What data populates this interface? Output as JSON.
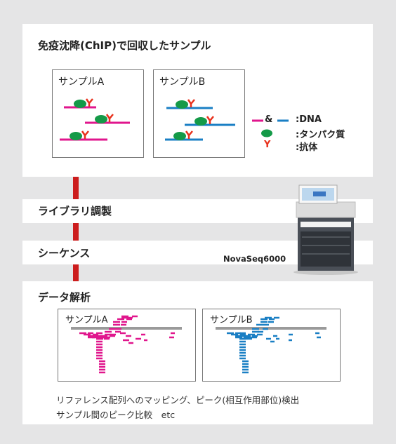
{
  "ip_section": {
    "title": "免疫沈降(ChIP)で回収したサンプル",
    "sample_a_label": "サンプルA",
    "sample_b_label": "サンプルB",
    "legend": {
      "dna_symbol": "&",
      "dna_label": ":DNA",
      "protein_label": ":タンパク質",
      "antibody_symbol": "Y",
      "antibody_label": ":抗体"
    },
    "colors": {
      "sample_a_dna": "#e0168d",
      "sample_b_dna": "#1a7fc4",
      "protein": "#149a48",
      "antibody": "#e8311c"
    }
  },
  "library_section": {
    "title": "ライブラリ調製"
  },
  "sequence_section": {
    "title": "シーケンス",
    "instrument": "NovaSeq6000"
  },
  "analysis_section": {
    "title": "データ解析",
    "sample_a_label": "サンプルA",
    "sample_b_label": "サンプルB",
    "description_line1": "リファレンス配列へのマッピング、ピーク(相互作用部位)検出",
    "description_line2": "サンプル間のピーク比較　etc"
  }
}
